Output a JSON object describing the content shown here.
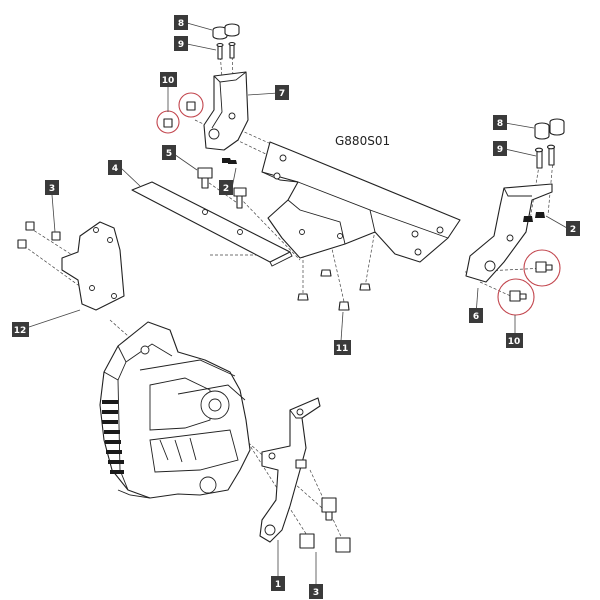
{
  "diagram": {
    "code": "G880S01",
    "callouts": [
      {
        "id": "c8a",
        "label": "8"
      },
      {
        "id": "c9a",
        "label": "9"
      },
      {
        "id": "c10a",
        "label": "10"
      },
      {
        "id": "c7",
        "label": "7"
      },
      {
        "id": "c5",
        "label": "5"
      },
      {
        "id": "c4",
        "label": "4"
      },
      {
        "id": "c2a",
        "label": "2"
      },
      {
        "id": "c3a",
        "label": "3"
      },
      {
        "id": "c12",
        "label": "12"
      },
      {
        "id": "c8b",
        "label": "8"
      },
      {
        "id": "c9b",
        "label": "9"
      },
      {
        "id": "c2b",
        "label": "2"
      },
      {
        "id": "c6",
        "label": "6"
      },
      {
        "id": "c10b",
        "label": "10"
      },
      {
        "id": "c11",
        "label": "11"
      },
      {
        "id": "c1",
        "label": "1"
      },
      {
        "id": "c3b",
        "label": "3"
      }
    ],
    "colors": {
      "highlight_ring": "#c2454d",
      "callout_fill": "#3a3a3a",
      "line": "#222222"
    }
  }
}
